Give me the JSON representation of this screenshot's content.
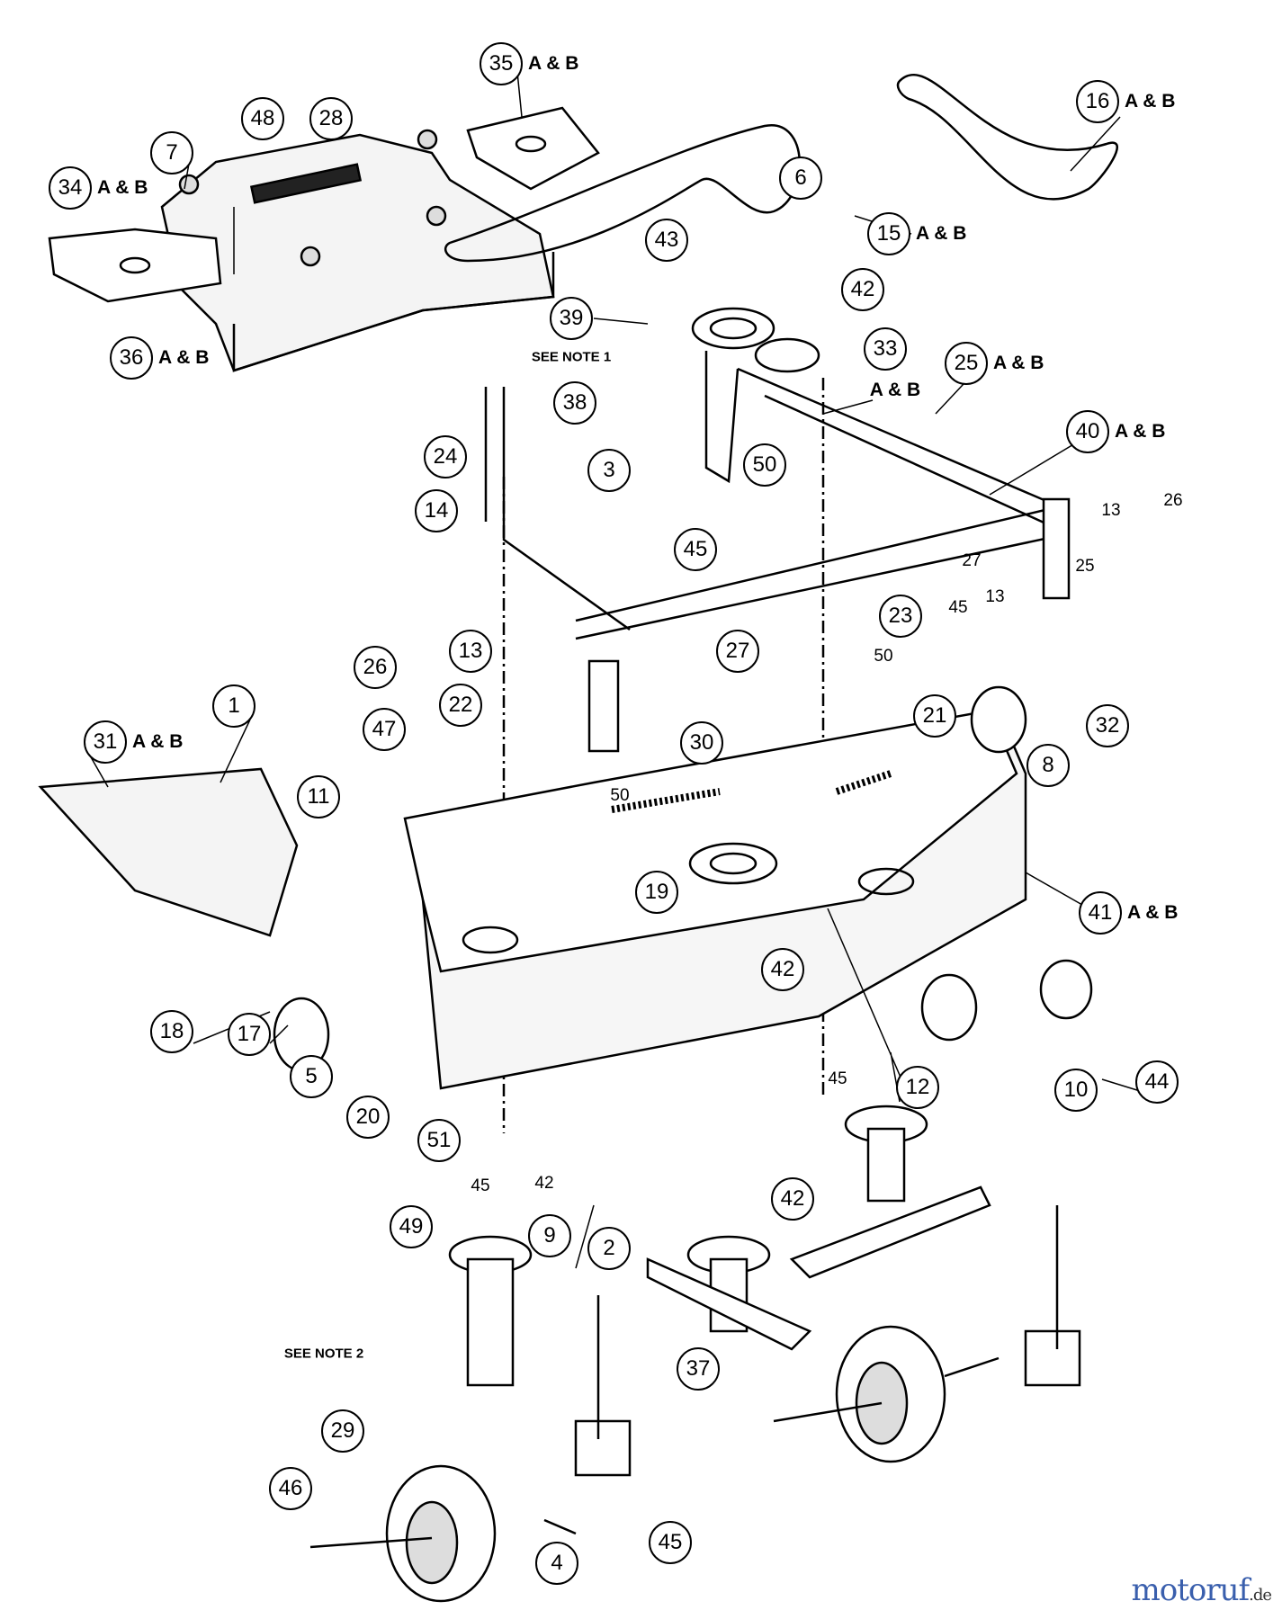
{
  "diagram": {
    "callouts": [
      {
        "num": "35",
        "suffix": "A & B"
      },
      {
        "num": "48",
        "suffix": ""
      },
      {
        "num": "28",
        "suffix": ""
      },
      {
        "num": "7",
        "suffix": ""
      },
      {
        "num": "34",
        "suffix": "A & B"
      },
      {
        "num": "16",
        "suffix": "A & B"
      },
      {
        "num": "6",
        "suffix": ""
      },
      {
        "num": "15",
        "suffix": "A & B"
      },
      {
        "num": "43",
        "suffix": ""
      },
      {
        "num": "42",
        "suffix": ""
      },
      {
        "num": "39",
        "suffix": ""
      },
      {
        "num": "33",
        "suffix": "A & B"
      },
      {
        "num": "25",
        "suffix": "A & B"
      },
      {
        "num": "36",
        "suffix": "A & B"
      },
      {
        "num": "38",
        "suffix": ""
      },
      {
        "num": "40",
        "suffix": "A & B"
      },
      {
        "num": "24",
        "suffix": ""
      },
      {
        "num": "3",
        "suffix": ""
      },
      {
        "num": "50",
        "suffix": ""
      },
      {
        "num": "14",
        "suffix": ""
      },
      {
        "num": "45",
        "suffix": ""
      },
      {
        "num": "23",
        "suffix": ""
      },
      {
        "num": "13",
        "suffix": ""
      },
      {
        "num": "27",
        "suffix": ""
      },
      {
        "num": "26",
        "suffix": ""
      },
      {
        "num": "22",
        "suffix": ""
      },
      {
        "num": "21",
        "suffix": ""
      },
      {
        "num": "32",
        "suffix": ""
      },
      {
        "num": "1",
        "suffix": ""
      },
      {
        "num": "31",
        "suffix": "A & B"
      },
      {
        "num": "47",
        "suffix": ""
      },
      {
        "num": "30",
        "suffix": ""
      },
      {
        "num": "8",
        "suffix": ""
      },
      {
        "num": "11",
        "suffix": ""
      },
      {
        "num": "19",
        "suffix": ""
      },
      {
        "num": "41",
        "suffix": "A & B"
      },
      {
        "num": "42",
        "suffix": ""
      },
      {
        "num": "18",
        "suffix": ""
      },
      {
        "num": "17",
        "suffix": ""
      },
      {
        "num": "5",
        "suffix": ""
      },
      {
        "num": "12",
        "suffix": ""
      },
      {
        "num": "10",
        "suffix": ""
      },
      {
        "num": "44",
        "suffix": ""
      },
      {
        "num": "20",
        "suffix": ""
      },
      {
        "num": "51",
        "suffix": ""
      },
      {
        "num": "42",
        "suffix": ""
      },
      {
        "num": "49",
        "suffix": ""
      },
      {
        "num": "9",
        "suffix": ""
      },
      {
        "num": "2",
        "suffix": ""
      },
      {
        "num": "37",
        "suffix": ""
      },
      {
        "num": "29",
        "suffix": ""
      },
      {
        "num": "46",
        "suffix": ""
      },
      {
        "num": "45",
        "suffix": ""
      },
      {
        "num": "4",
        "suffix": ""
      }
    ],
    "plain_labels": [
      "26",
      "13",
      "27",
      "45",
      "13",
      "25",
      "50",
      "50",
      "45",
      "45",
      "42"
    ],
    "notes": [
      "SEE NOTE 1",
      "SEE NOTE 2"
    ]
  },
  "watermark": {
    "name": "motoruf",
    "tld": ".de"
  }
}
